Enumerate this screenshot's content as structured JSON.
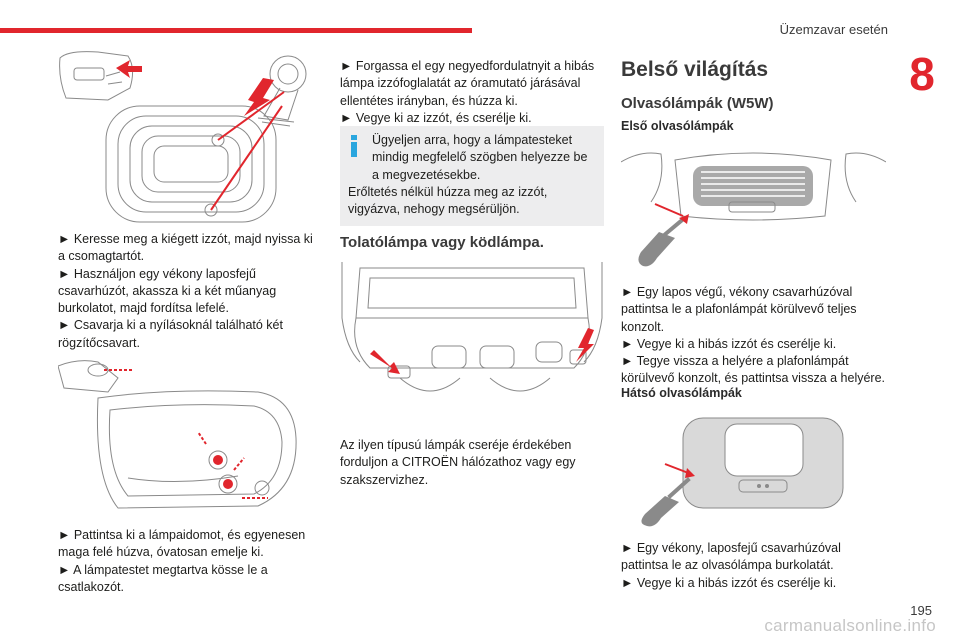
{
  "header": {
    "section": "Üzemzavar esetén",
    "chapter": "8"
  },
  "col1": {
    "steps1": [
      "► Keresse meg a kiégett izzót, majd nyissa ki a csomagtartót.",
      "► Használjon egy vékony laposfejű csavarhúzót, akassza ki a két műanyag burkolatot, majd fordítsa lefelé.",
      "► Csavarja ki a nyílásoknál található két rögzítőcsavart."
    ],
    "steps2": [
      "► Pattintsa ki a lámpaidomot, és egyenesen maga felé húzva, óvatosan emelje ki.",
      "► A lámpatestet megtartva kösse le a csatlakozót."
    ]
  },
  "col2": {
    "steps": [
      "► Forgassa el egy negyedfordulatnyit a hibás lámpa izzófoglalatát az óramutató járásával ellentétes irányban, és húzza ki.",
      "► Vegye ki az izzót, és cserélje ki."
    ],
    "note": [
      "Ügyeljen arra, hogy a lámpatesteket mindig megfelelő szögben helyezze be a megvezetésekbe.",
      "Erőltetés nélkül húzza meg az izzót, vigyázva, nehogy megsérüljön."
    ],
    "heading": "Tolatólámpa vagy ködlámpa.",
    "text": "Az ilyen típusú lámpák cseréje érdekében forduljon a CITROËN hálózathoz vagy egy szakszervizhez."
  },
  "col3": {
    "title": "Belső világítás",
    "subtitle": "Olvasólámpák (W5W)",
    "front_heading": "Első olvasólámpák",
    "front_steps": [
      "► Egy lapos végű, vékony csavarhúzóval pattintsa le a plafonlámpát körülvevő teljes konzolt.",
      "► Vegye ki a hibás izzót és cserélje ki.",
      "► Tegye vissza a helyére a plafonlámpát körülvevő konzolt, és pattintsa vissza a helyére."
    ],
    "rear_heading": "Hátsó olvasólámpák",
    "rear_steps": [
      "► Egy vékony, laposfejű csavarhúzóval pattintsa le az olvasólámpa burkolatát.",
      "► Vegye ki a hibás izzót és cserélje ki."
    ]
  },
  "footer": {
    "page": "195",
    "watermark": "carmanualsonline.info"
  },
  "icons": {
    "info": "info-icon",
    "arrows": "red-arrow-icon"
  },
  "colors": {
    "accent": "#e1262d",
    "note_bg": "#ededee",
    "line_art": "#8a8a8a"
  }
}
